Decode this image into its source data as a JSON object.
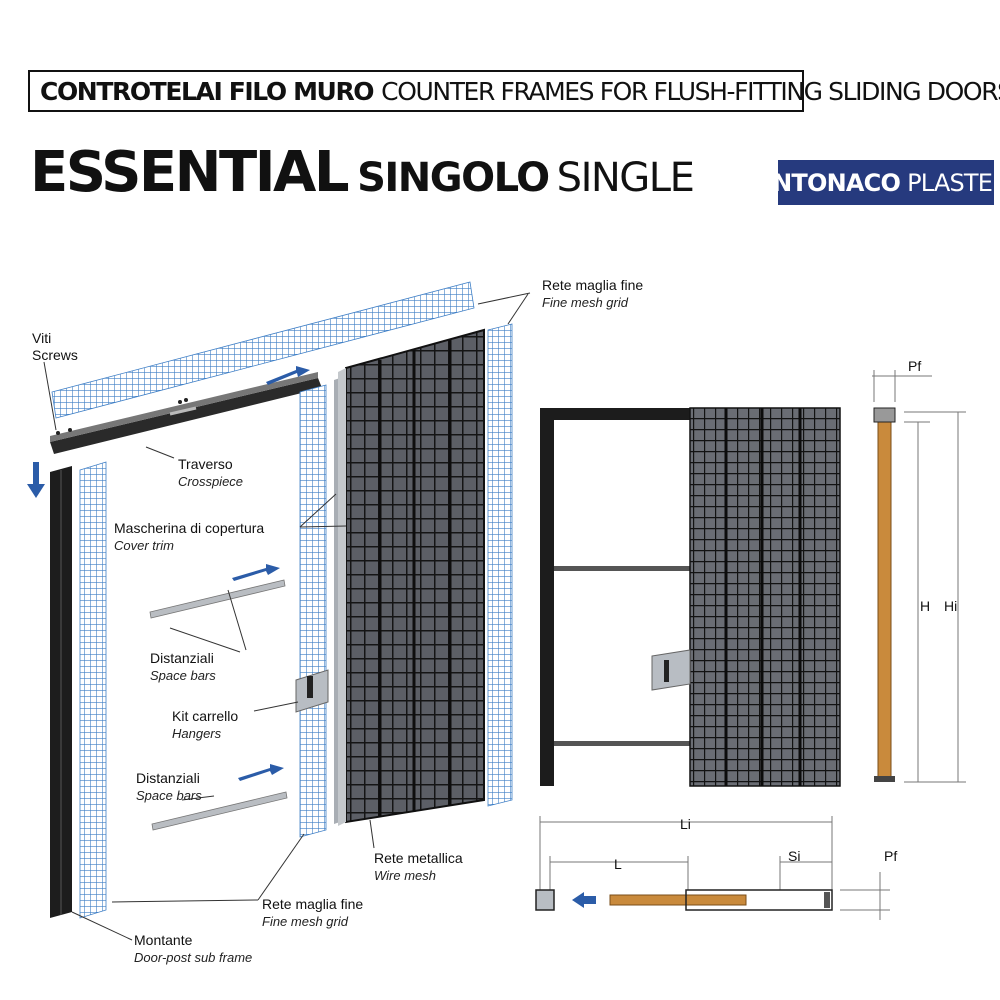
{
  "header": {
    "banner_bold": "CONTROTELAI FILO MURO",
    "banner_rest": "COUNTER FRAMES FOR FLUSH-FITTING SLIDING DOORS",
    "title_main": "ESSENTIAL",
    "title_it": "SINGOLO",
    "title_en": "SINGLE",
    "badge_bold": "INTONACO",
    "badge_rest": "PLASTER"
  },
  "colors": {
    "accent": "#263a7e",
    "arrow": "#2b5ca8",
    "mesh": "#3f7fc6",
    "wood": "#c98a3c",
    "frame": "#1c1c1c"
  },
  "labels": {
    "mesh_top": {
      "it": "Rete maglia fine",
      "en": "Fine mesh grid"
    },
    "screws": {
      "it": "Viti",
      "en": "Screws"
    },
    "crosspiece": {
      "it": "Traverso",
      "en": "Crosspiece"
    },
    "cover_trim": {
      "it": "Mascherina di copertura",
      "en": "Cover trim"
    },
    "space_bars_1": {
      "it": "Distanziali",
      "en": "Space bars"
    },
    "hangers": {
      "it": "Kit carrello",
      "en": "Hangers"
    },
    "space_bars_2": {
      "it": "Distanziali",
      "en": "Space bars"
    },
    "wire_mesh": {
      "it": "Rete metallica",
      "en": "Wire mesh"
    },
    "mesh_bottom": {
      "it": "Rete maglia fine",
      "en": "Fine mesh grid"
    },
    "door_post": {
      "it": "Montante",
      "en": "Door-post sub frame"
    }
  },
  "dimensions": {
    "pf_side": "Pf",
    "h": "H",
    "hi": "Hi",
    "li": "Li",
    "l": "L",
    "si": "Si",
    "pf_plan": "Pf"
  }
}
